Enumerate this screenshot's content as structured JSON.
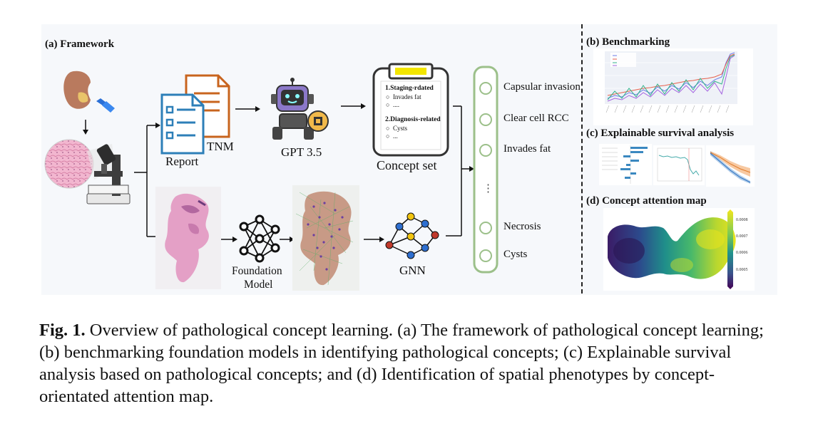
{
  "framework": {
    "title": "(a) Framework",
    "report_label": "Report",
    "tnm_label": "TNM",
    "gpt_label": "GPT 3.5",
    "concept_set_label": "Concept set",
    "concept_set_items": {
      "staging_header": "1.Staging-rdated",
      "staging_item": "Invades fat",
      "staging_more": "....",
      "diagnosis_header": "2.Diagnosis-related",
      "diagnosis_item": "Cysts",
      "diagnosis_more": "..."
    },
    "foundation_label_line1": "Foundation",
    "foundation_label_line2": "Model",
    "gnn_label": "GNN",
    "concepts": [
      "Capsular invasion",
      "Clear cell RCC",
      "Invades fat",
      "Necrosis",
      "Cysts"
    ],
    "ellipsis": "⋮"
  },
  "benchmarking": {
    "title": "(b) Benchmarking"
  },
  "survival": {
    "title": "(c) Explainable survival analysis"
  },
  "attention": {
    "title": "(d) Concept attention map",
    "colorbar_ticks": [
      "0.0008",
      "0.0007",
      "0.0006",
      "0.0005"
    ]
  },
  "caption": {
    "label": "Fig. 1.",
    "text": " Overview of pathological concept learning. (a) The framework of pathological concept learning; (b) benchmarking foundation models in identifying pathological concepts; (c) Explainable survival analysis based on pathological concepts; and (d) Identification of spatial phenotypes by concept-orientated attention map."
  },
  "colors": {
    "report_blue": "#2d7fb8",
    "tnm_orange": "#c8641e",
    "concept_green": "#9cc08a",
    "robot_purple": "#8b78c8",
    "highlight_yellow": "#f3e600"
  }
}
